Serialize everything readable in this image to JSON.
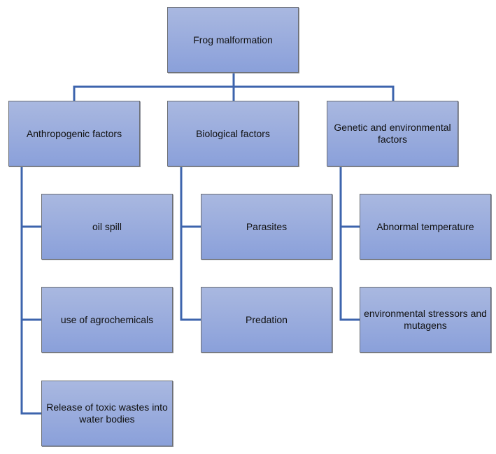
{
  "diagram": {
    "type": "hierarchy",
    "root": {
      "label": "Frog malformation"
    },
    "categories": [
      {
        "label": "Anthropogenic factors",
        "children": [
          "oil spill",
          "use of agrochemicals",
          "Release of toxic wastes into water bodies"
        ]
      },
      {
        "label": "Biological factors",
        "children": [
          "Parasites",
          "Predation"
        ]
      },
      {
        "label": "Genetic and environmental factors",
        "children": [
          "Abnormal temperature",
          "environmental stressors and mutagens"
        ]
      }
    ],
    "colors": {
      "box_fill": "#9aacdd",
      "connector": "#3d64ad",
      "border": "#6b6e74"
    }
  }
}
